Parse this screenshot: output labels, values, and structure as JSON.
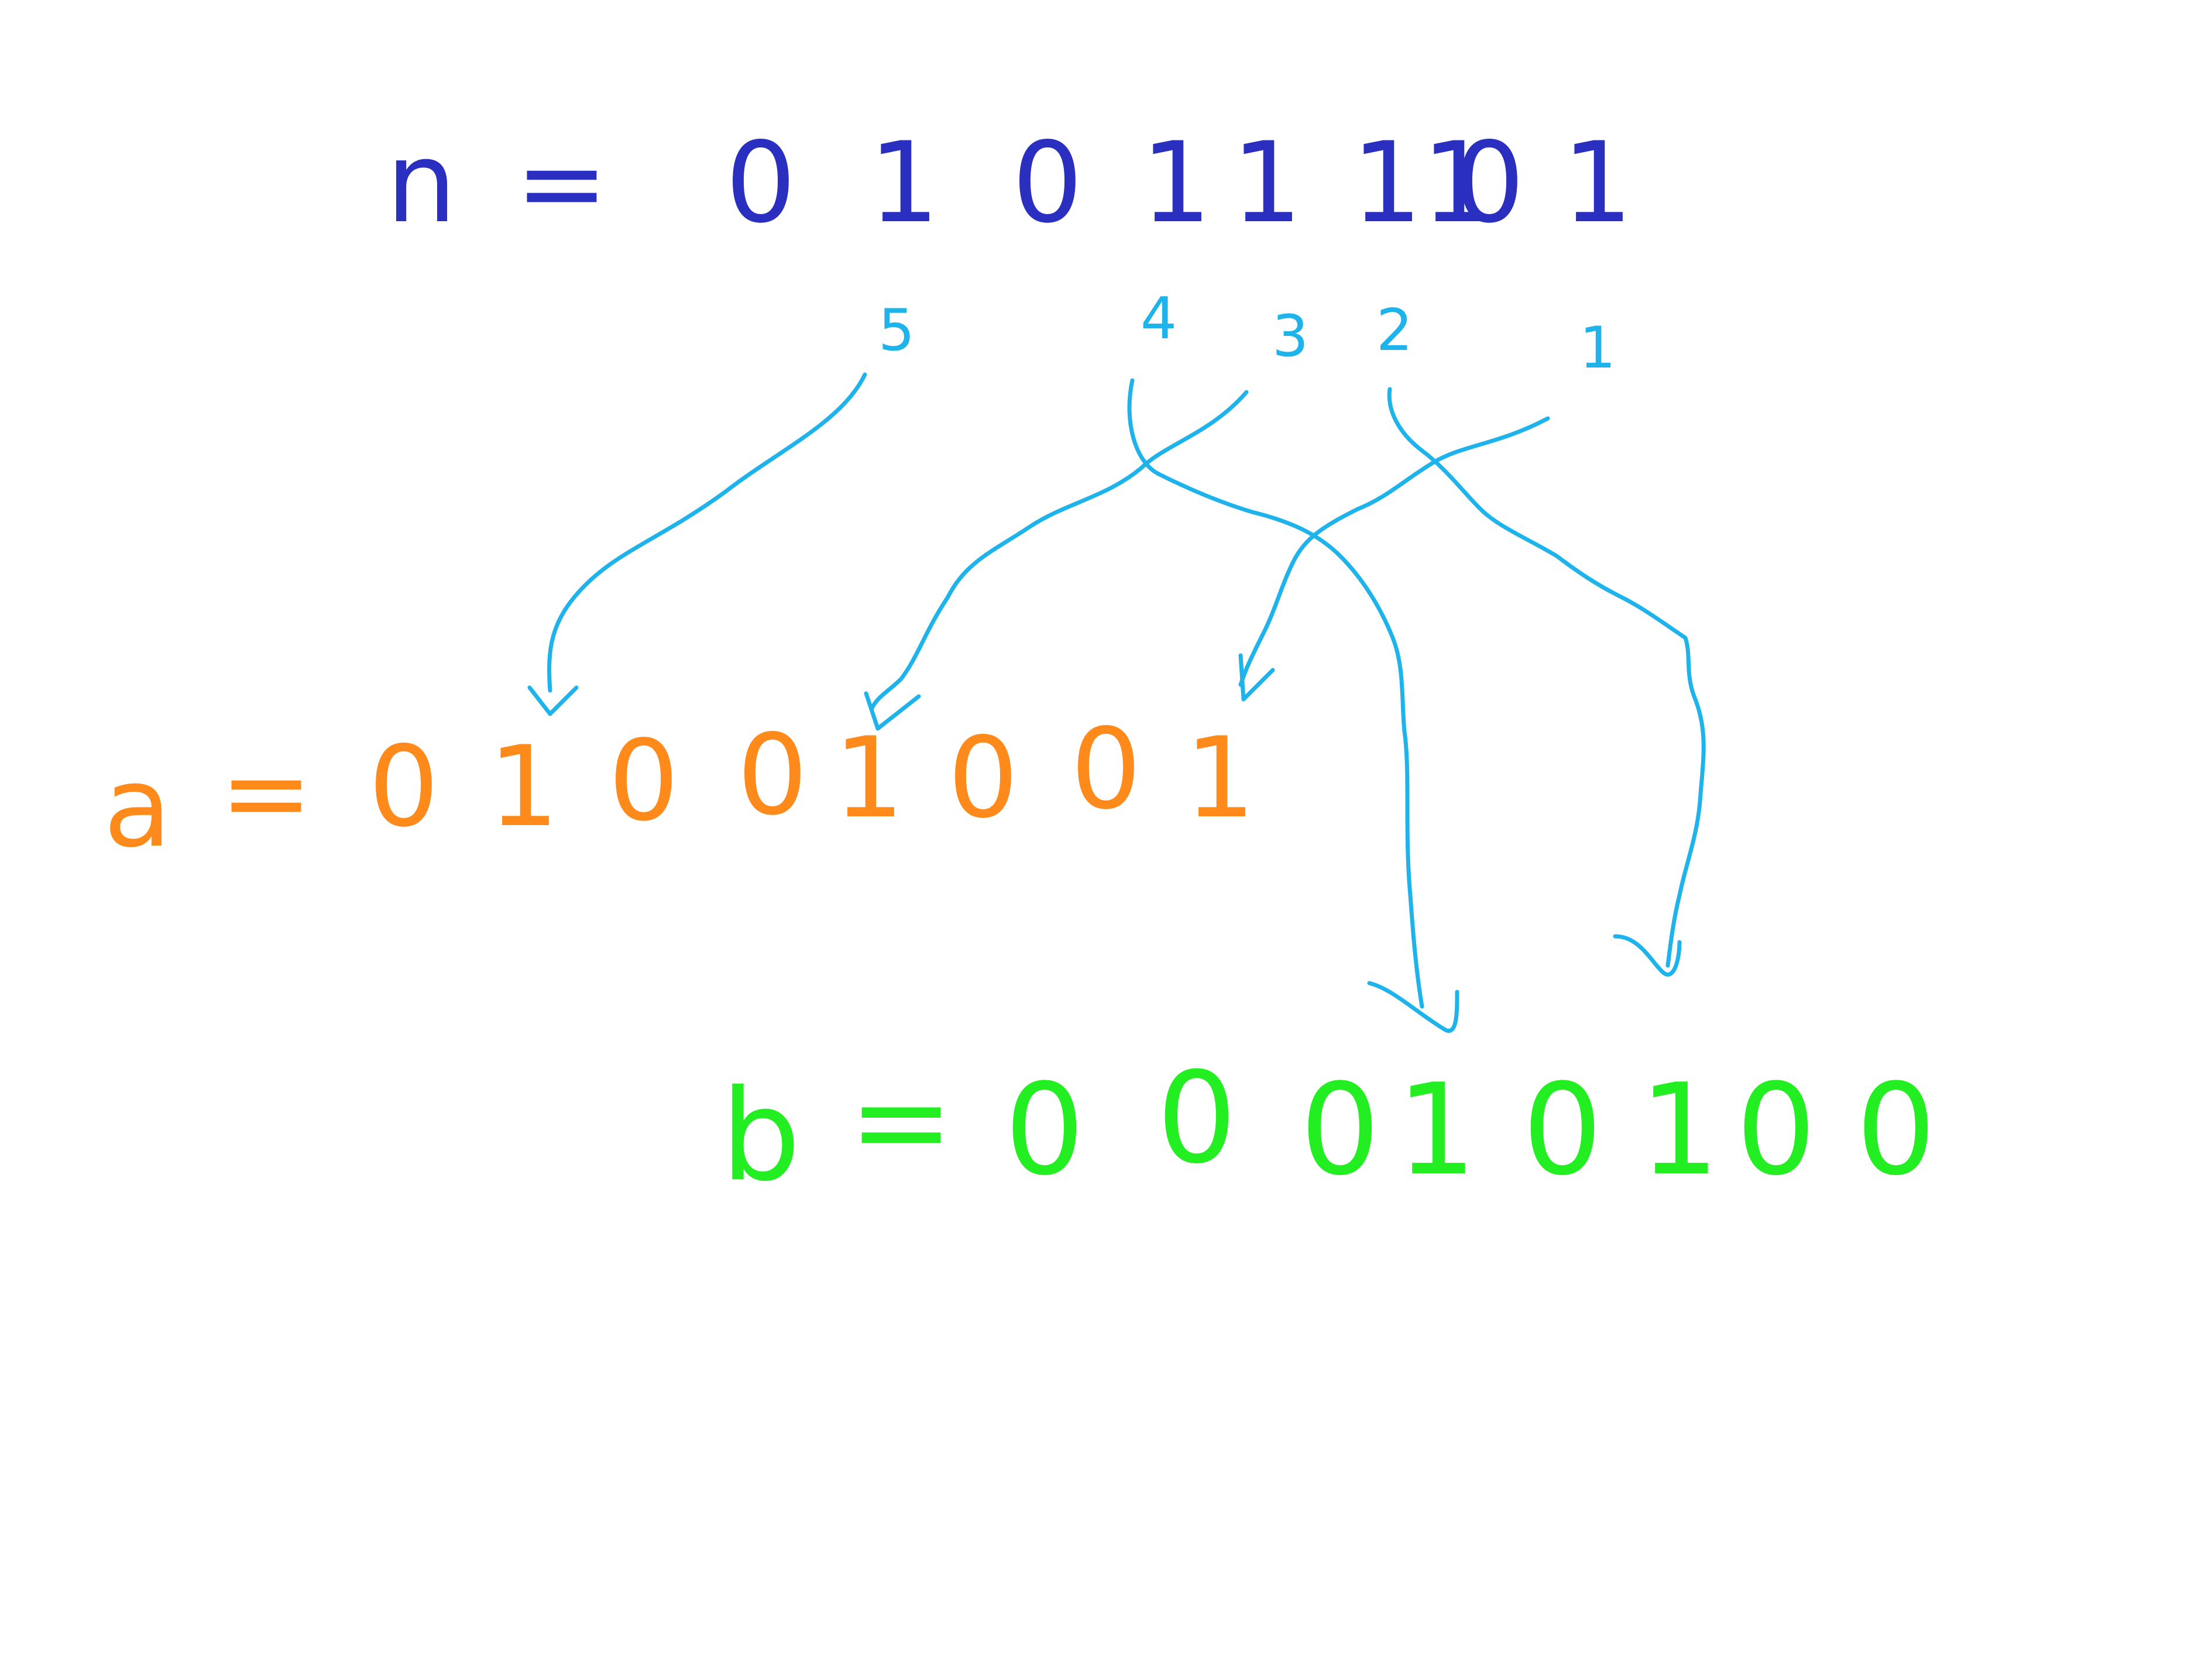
{
  "rows": {
    "n": {
      "label": "n",
      "equals": "=",
      "bits": [
        "0",
        "1",
        "0",
        "1",
        "1",
        "1",
        "1",
        "0",
        "1"
      ],
      "color": "#2b2fc0"
    },
    "a": {
      "label": "a",
      "equals": "=",
      "bits": [
        "0",
        "1",
        "0",
        "0",
        "1",
        "0",
        "0",
        "1"
      ],
      "color": "#ff8a1c"
    },
    "b": {
      "label": "b",
      "equals": "=",
      "bits": [
        "0",
        "0",
        "0",
        "1",
        "0",
        "1",
        "0",
        "0"
      ],
      "color": "#22ee22"
    }
  },
  "indices": [
    "5",
    "4",
    "3",
    "2",
    "1"
  ],
  "arrow_color": "#1eb3ea"
}
